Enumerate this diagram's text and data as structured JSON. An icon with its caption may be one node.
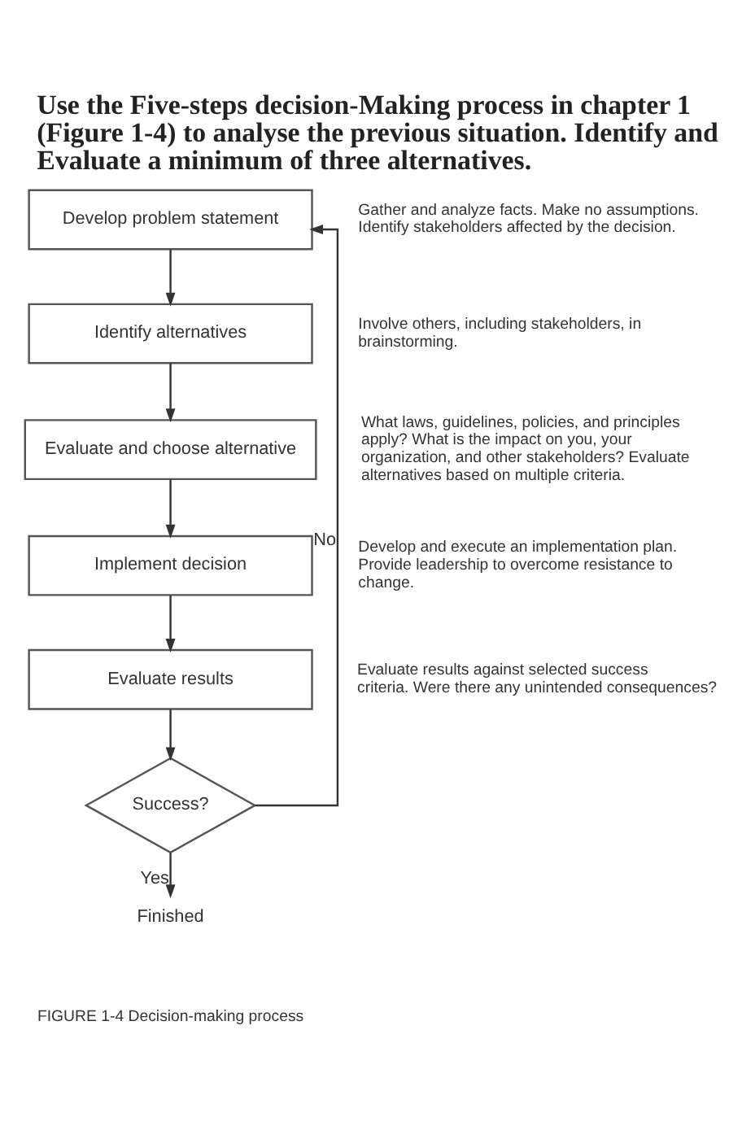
{
  "diagram": {
    "title": "Use the Five-steps decision-Making process in chapter 1 (Figure 1-4) to analyse the previous situation. Identify and Evaluate a minimum of three alternatives.",
    "caption": "FIGURE 1-4 Decision-making process",
    "nodes": [
      {
        "text": [
          "Develop problem statement"
        ],
        "beside": [
          "Gather and analyze facts. Make no assumptions. Identify stakeholders affected by the decision."
        ]
      },
      {
        "text": [
          "Identify alternatives"
        ],
        "beside": [
          "Involve others, including stakeholders, in brainstorming."
        ]
      },
      {
        "text": [
          "Evaluate and choose alternative"
        ],
        "beside": [
          "What laws, guidelines, policies, and principles apply? What is the impact on you, your organization, and other stakeholders? Evaluate alternatives based on multiple criteria."
        ]
      },
      {
        "text": [
          "Implement decision"
        ],
        "beside": [
          "Develop and execute an implementation plan. Provide leadership to overcome resistance to change."
        ]
      },
      {
        "text": [
          "Evaluate results"
        ],
        "beside": [
          "Evaluate results against selected success criteria. Were there any unintended consequences?"
        ]
      },
      {
        "text": [
          "Success?"
        ]
      },
      {
        "text": [
          "Finished"
        ]
      }
    ],
    "edges": [
      {
        "from": 0,
        "to": 1,
        "arrow": "to"
      },
      {
        "from": 1,
        "to": 2,
        "arrow": "to"
      },
      {
        "from": 2,
        "to": 3,
        "arrow": "to"
      },
      {
        "from": 3,
        "to": 4,
        "arrow": "to"
      },
      {
        "from": 4,
        "to": 5,
        "arrow": "to"
      },
      {
        "from": 5,
        "to": 0,
        "arrow": "to",
        "label": "No"
      },
      {
        "from": 5,
        "to": 6,
        "arrow": "to",
        "label": "Yes"
      }
    ]
  }
}
